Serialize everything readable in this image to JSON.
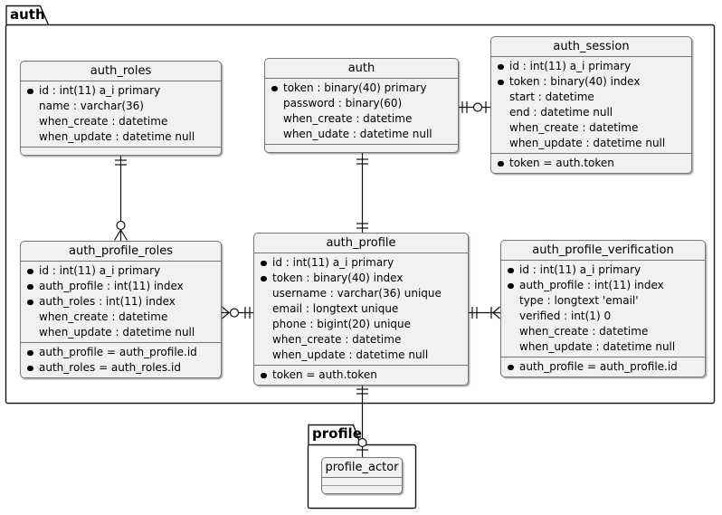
{
  "packages": {
    "auth": {
      "label": "auth"
    },
    "profile": {
      "label": "profile"
    }
  },
  "tables": {
    "auth_roles": {
      "title": "auth_roles",
      "attrs": [
        "id : int(11) a_i primary",
        "name : varchar(36)",
        "when_create : datetime",
        "when_update : datetime null"
      ],
      "keys": []
    },
    "auth": {
      "title": "auth",
      "attrs": [
        "token : binary(40) primary",
        "password : binary(60)",
        "when_create : datetime",
        "when_udate : datetime null"
      ],
      "keys": []
    },
    "auth_session": {
      "title": "auth_session",
      "attrs": [
        "id : int(11) a_i primary",
        "token : binary(40) index",
        "start : datetime",
        "end : datetime null",
        "when_create : datetime",
        "when_update : datetime null"
      ],
      "keys": [
        "token = auth.token"
      ]
    },
    "auth_profile_roles": {
      "title": "auth_profile_roles",
      "attrs": [
        "id : int(11) a_i primary",
        "auth_profile : int(11) index",
        "auth_roles : int(11) index",
        "when_create : datetime",
        "when_update : datetime null"
      ],
      "keys": [
        "auth_profile = auth_profile.id",
        "auth_roles = auth_roles.id"
      ]
    },
    "auth_profile": {
      "title": "auth_profile",
      "attrs": [
        "id : int(11) a_i primary",
        "token : binary(40) index",
        "username : varchar(36) unique",
        "email : longtext unique",
        "phone : bigint(20) unique",
        "when_create : datetime",
        "when_update : datetime null"
      ],
      "keys": [
        "token = auth.token"
      ]
    },
    "auth_profile_verification": {
      "title": "auth_profile_verification",
      "attrs": [
        "id : int(11) a_i primary",
        "auth_profile : int(11) index",
        "type : longtext 'email'",
        "verified : int(1) 0",
        "when_create : datetime",
        "when_update : datetime null"
      ],
      "keys": [
        "auth_profile = auth_profile.id"
      ]
    },
    "profile_actor": {
      "title": "profile_actor",
      "attrs": [],
      "keys": []
    }
  },
  "relations": [
    {
      "from": "auth_roles",
      "to": "auth_profile_roles",
      "from_end": "exactly-one",
      "to_end": "zero-or-many"
    },
    {
      "from": "auth",
      "to": "auth_session",
      "from_end": "exactly-one",
      "to_end": "zero-or-one"
    },
    {
      "from": "auth",
      "to": "auth_profile",
      "from_end": "exactly-one",
      "to_end": "exactly-one"
    },
    {
      "from": "auth_profile_roles",
      "to": "auth_profile",
      "from_end": "zero-or-many",
      "to_end": "exactly-one"
    },
    {
      "from": "auth_profile",
      "to": "auth_profile_verification",
      "from_end": "exactly-one",
      "to_end": "one-or-many"
    },
    {
      "from": "auth_profile",
      "to": "profile_actor",
      "from_end": "exactly-one",
      "to_end": "zero-or-one"
    }
  ],
  "colors": {
    "entity_bg": "#F1F1F1",
    "entity_border": "#767676",
    "package_border": "#1a1a1a",
    "relation_line": "#111111",
    "background": "#ffffff"
  }
}
